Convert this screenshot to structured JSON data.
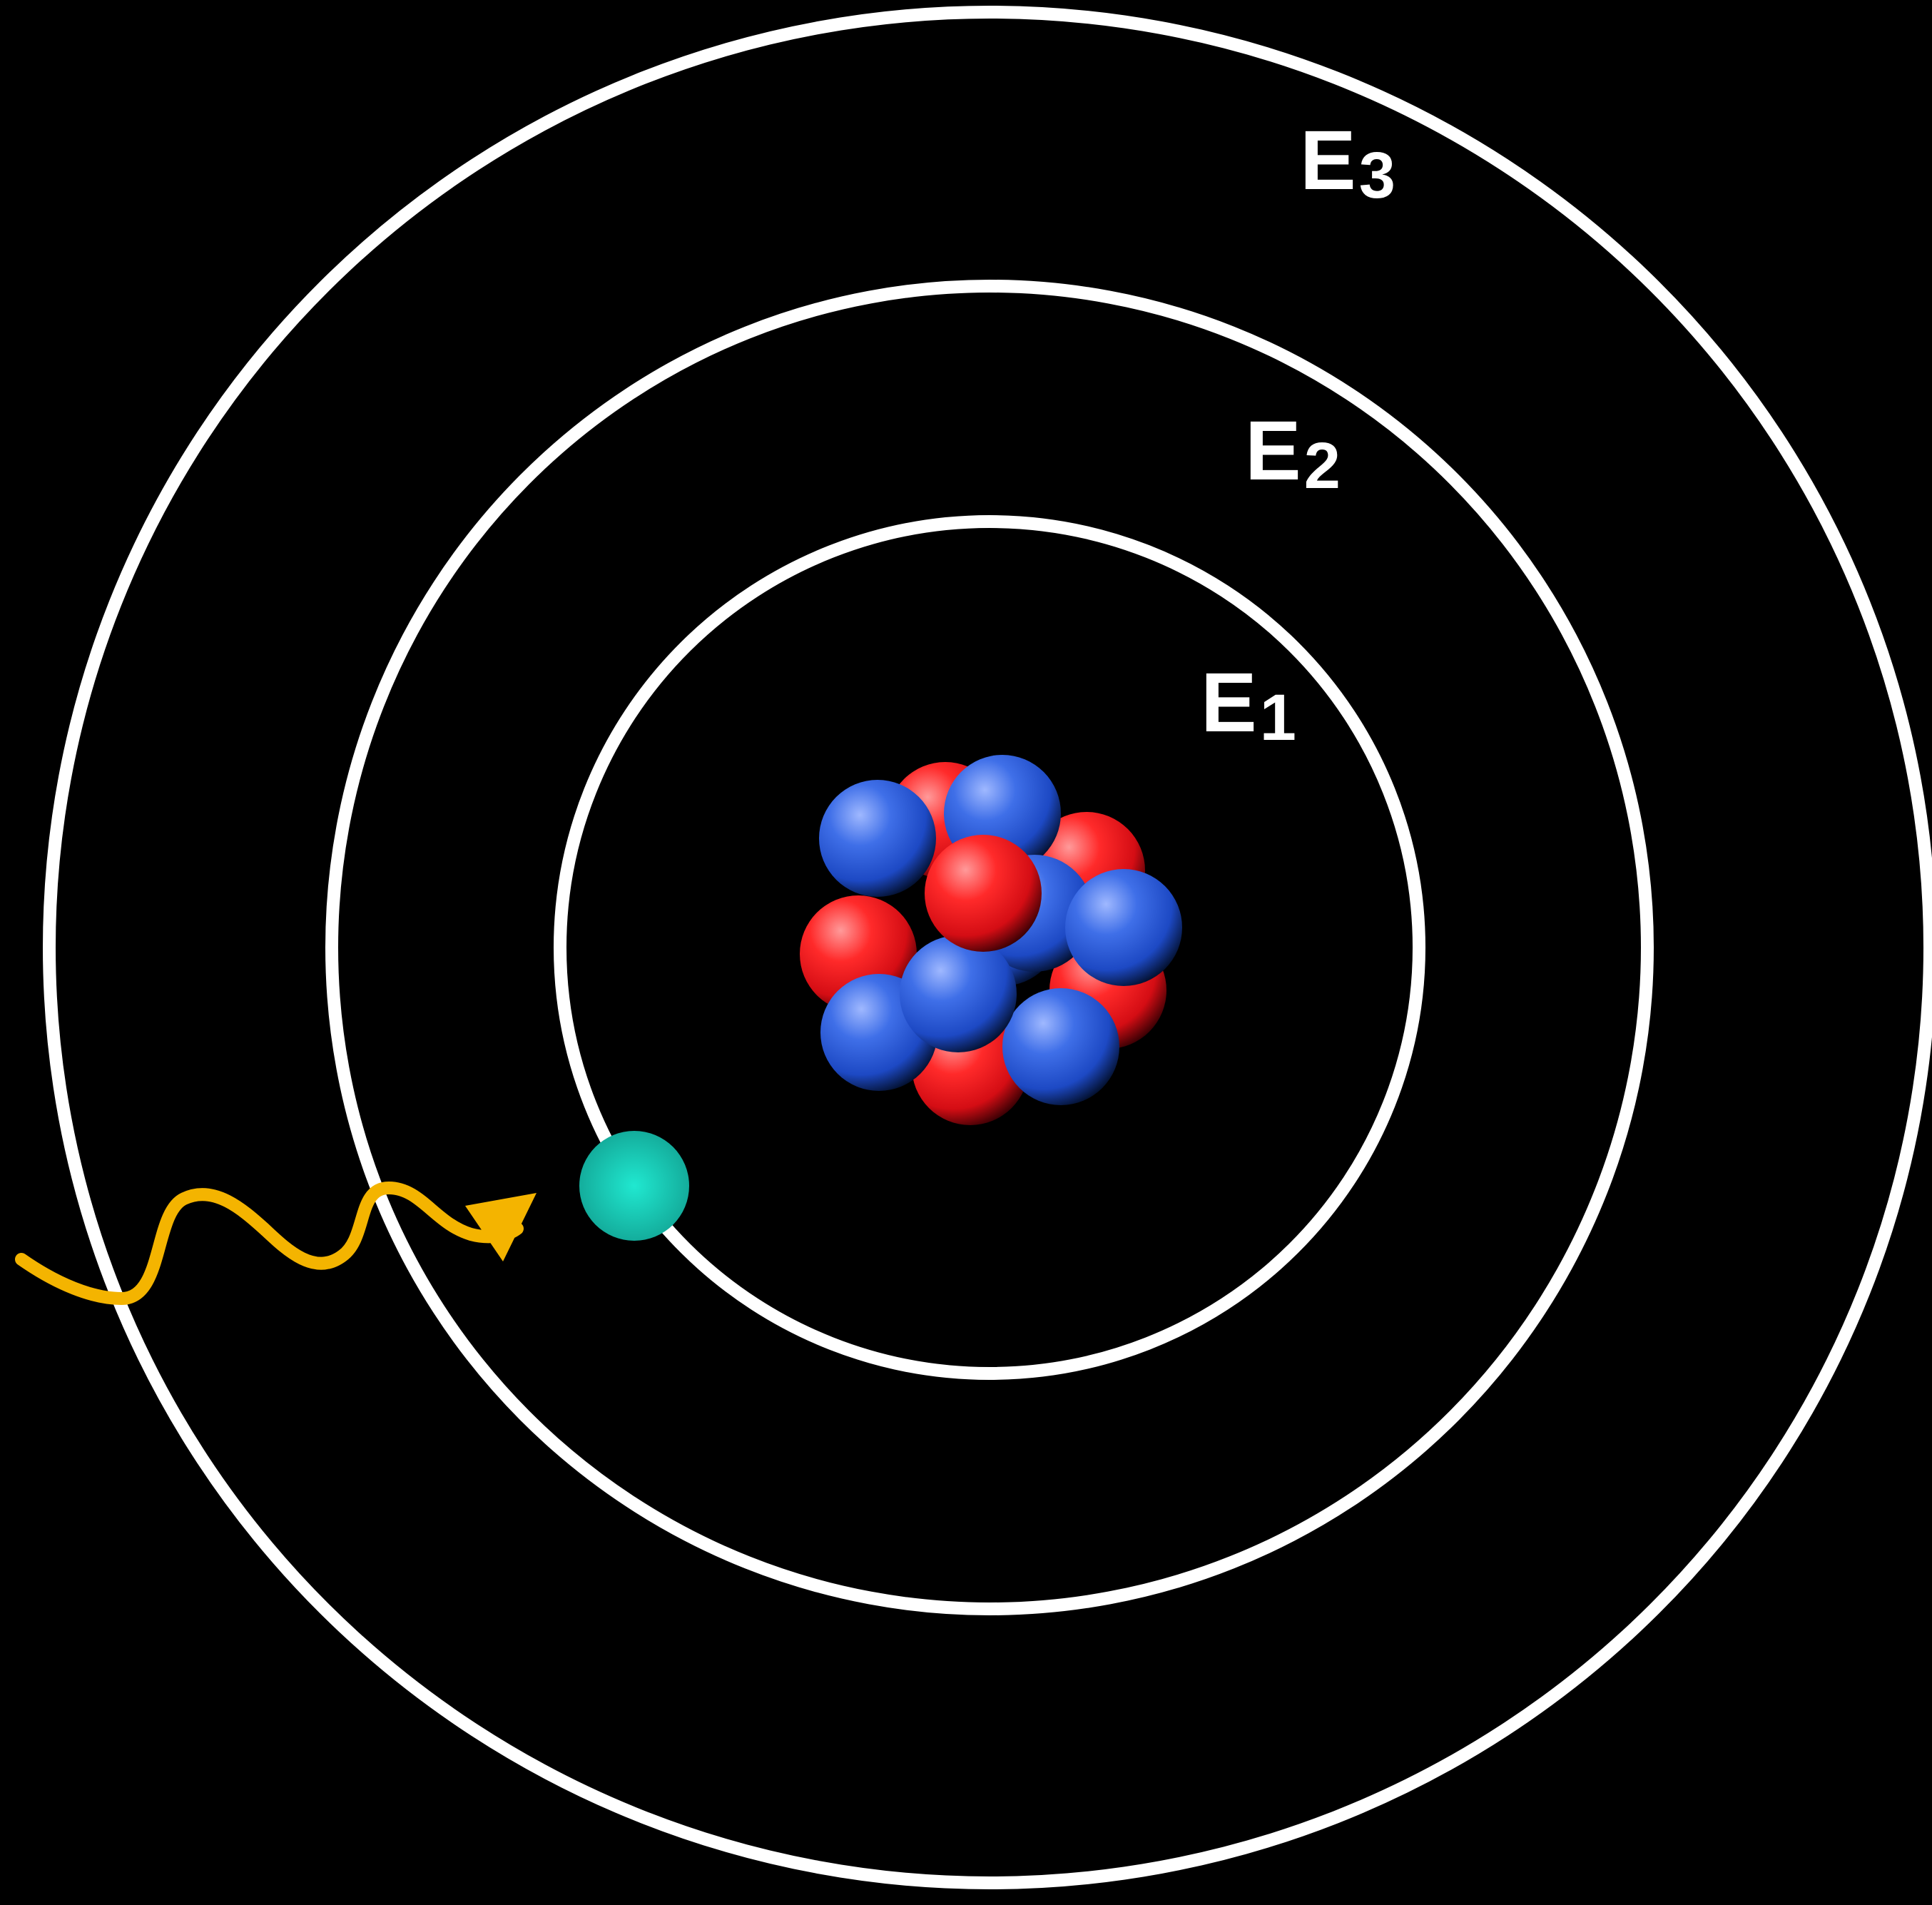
{
  "orbits": [
    {
      "letter": "E",
      "index": "1"
    },
    {
      "letter": "E",
      "index": "2"
    },
    {
      "letter": "E",
      "index": "3"
    }
  ],
  "colors": {
    "background": "#000000",
    "orbit": "#ffffff",
    "proton": "#e8141b",
    "neutron": "#2457d6",
    "electron": "#17c9b4",
    "photon": "#f4b400"
  },
  "nucleus": {
    "particles": [
      {
        "type": "proton"
      },
      {
        "type": "proton"
      },
      {
        "type": "neutron"
      },
      {
        "type": "proton"
      },
      {
        "type": "proton"
      },
      {
        "type": "neutron"
      },
      {
        "type": "neutron"
      },
      {
        "type": "neutron"
      },
      {
        "type": "proton"
      },
      {
        "type": "neutron"
      },
      {
        "type": "neutron"
      },
      {
        "type": "neutron"
      },
      {
        "type": "proton"
      }
    ]
  }
}
